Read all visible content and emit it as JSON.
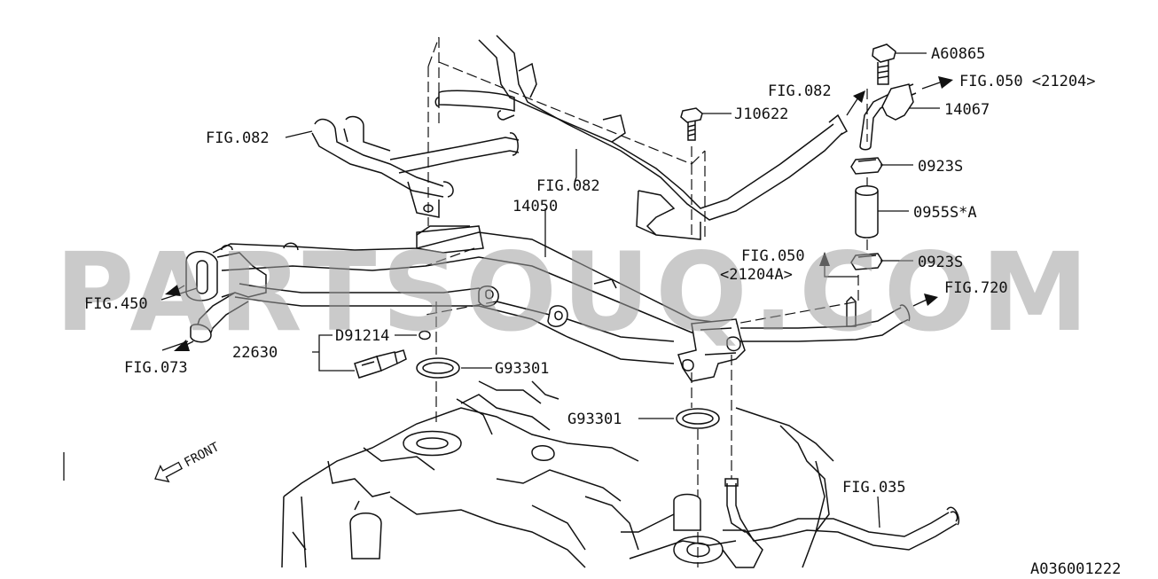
{
  "watermark": "PARTSOUQ.COM",
  "diagram_id": "A036001222",
  "front_label": "FRONT",
  "labels": {
    "fig082_left": "FIG.082",
    "fig082_center": "FIG.082",
    "fig082_top": "FIG.082",
    "p14050": "14050",
    "fig450": "FIG.450",
    "fig073": "FIG.073",
    "p22630": "22630",
    "d91214": "D91214",
    "g93301_a": "G93301",
    "g93301_b": "G93301",
    "j10622": "J10622",
    "a60865": "A60865",
    "fig050_top": "FIG.050 <21204>",
    "p14067": "14067",
    "p0923s_a": "0923S",
    "p0955s": "0955S*A",
    "p0923s_b": "0923S",
    "fig050_mid_1": "FIG.050",
    "fig050_mid_2": "<21204A>",
    "fig720": "FIG.720",
    "fig035": "FIG.035"
  }
}
